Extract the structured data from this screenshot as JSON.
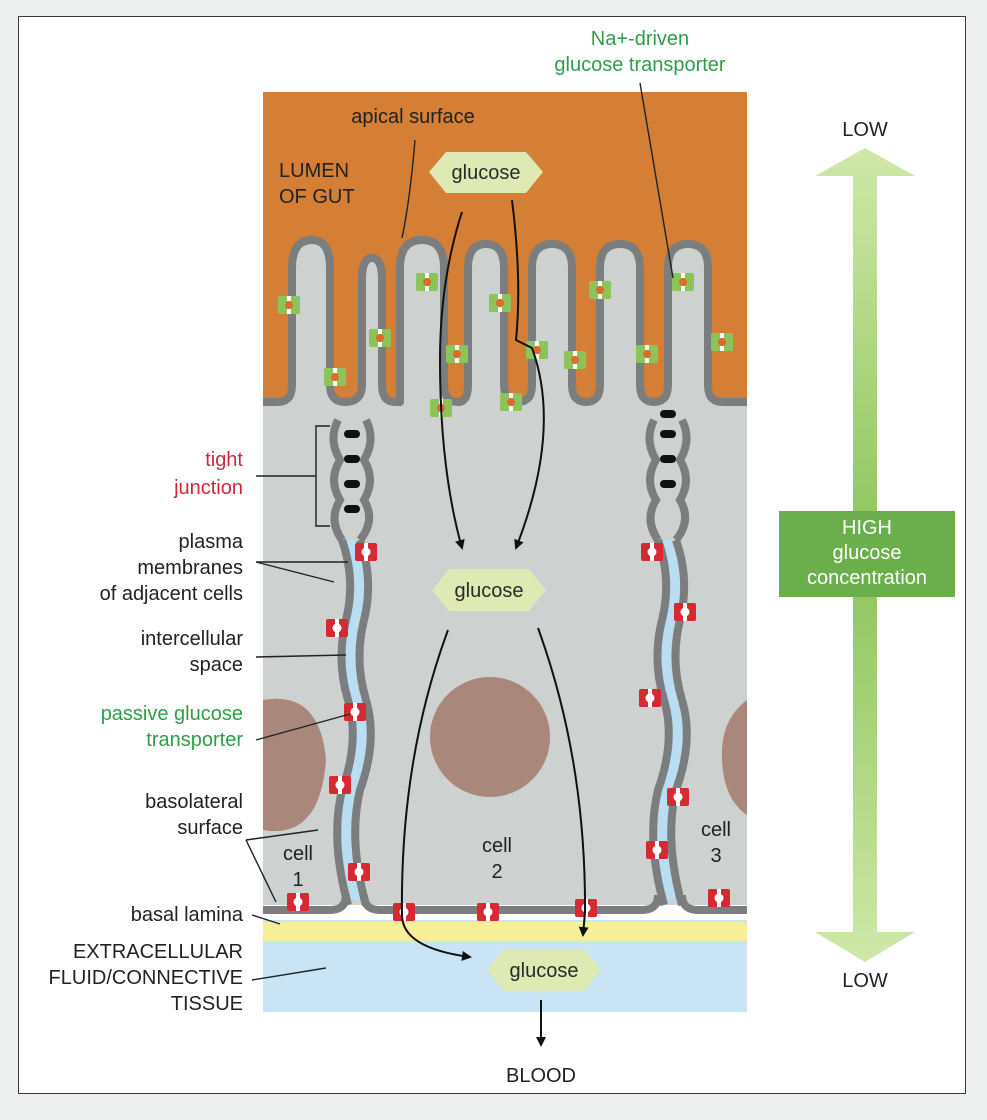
{
  "labels": {
    "transporter_na_line1": "Na+-driven",
    "transporter_na_line2": "glucose transporter",
    "apical_surface": "apical surface",
    "lumen_line1": "LUMEN",
    "lumen_line2": "OF GUT",
    "tight_line1": "tight",
    "tight_line2": "junction",
    "plasma_line1": "plasma",
    "plasma_line2": "membranes",
    "plasma_line3": "of adjacent cells",
    "intercellular_line1": "intercellular",
    "intercellular_line2": "space",
    "passive_line1": "passive glucose",
    "passive_line2": "transporter",
    "basolateral_line1": "basolateral",
    "basolateral_line2": "surface",
    "basal_lamina": "basal lamina",
    "ecf_line1": "EXTRACELLULAR",
    "ecf_line2": "FLUID/CONNECTIVE",
    "ecf_line3": "TISSUE",
    "blood": "BLOOD",
    "cell1_a": "cell",
    "cell1_b": "1",
    "cell2_a": "cell",
    "cell2_b": "2",
    "cell3_a": "cell",
    "cell3_b": "3"
  },
  "glucose_boxes": {
    "lumen": "glucose",
    "cell": "glucose",
    "ecf": "glucose"
  },
  "gradient": {
    "top": "LOW",
    "bottom": "LOW",
    "mid_line1": "HIGH",
    "mid_line2": "glucose",
    "mid_line3": "concentration"
  },
  "colors": {
    "lumen": "#d47f35",
    "cell": "#cdd1cf",
    "membrane": "#7b7d7e",
    "intercellular": "#b9ddf3",
    "lamina": "#f7ee9a",
    "ecf": "#c8e4f5",
    "nucleus": "#a9877a",
    "glucose_box": "#dfe9b4",
    "passive_transporter": "#d62a33",
    "na_transporter": "#8cc45a",
    "label_red": "#d0283a",
    "label_green": "#2e9e48",
    "gradient_arrow": "#a8d37a",
    "gradient_box": "#6aaf4c"
  }
}
